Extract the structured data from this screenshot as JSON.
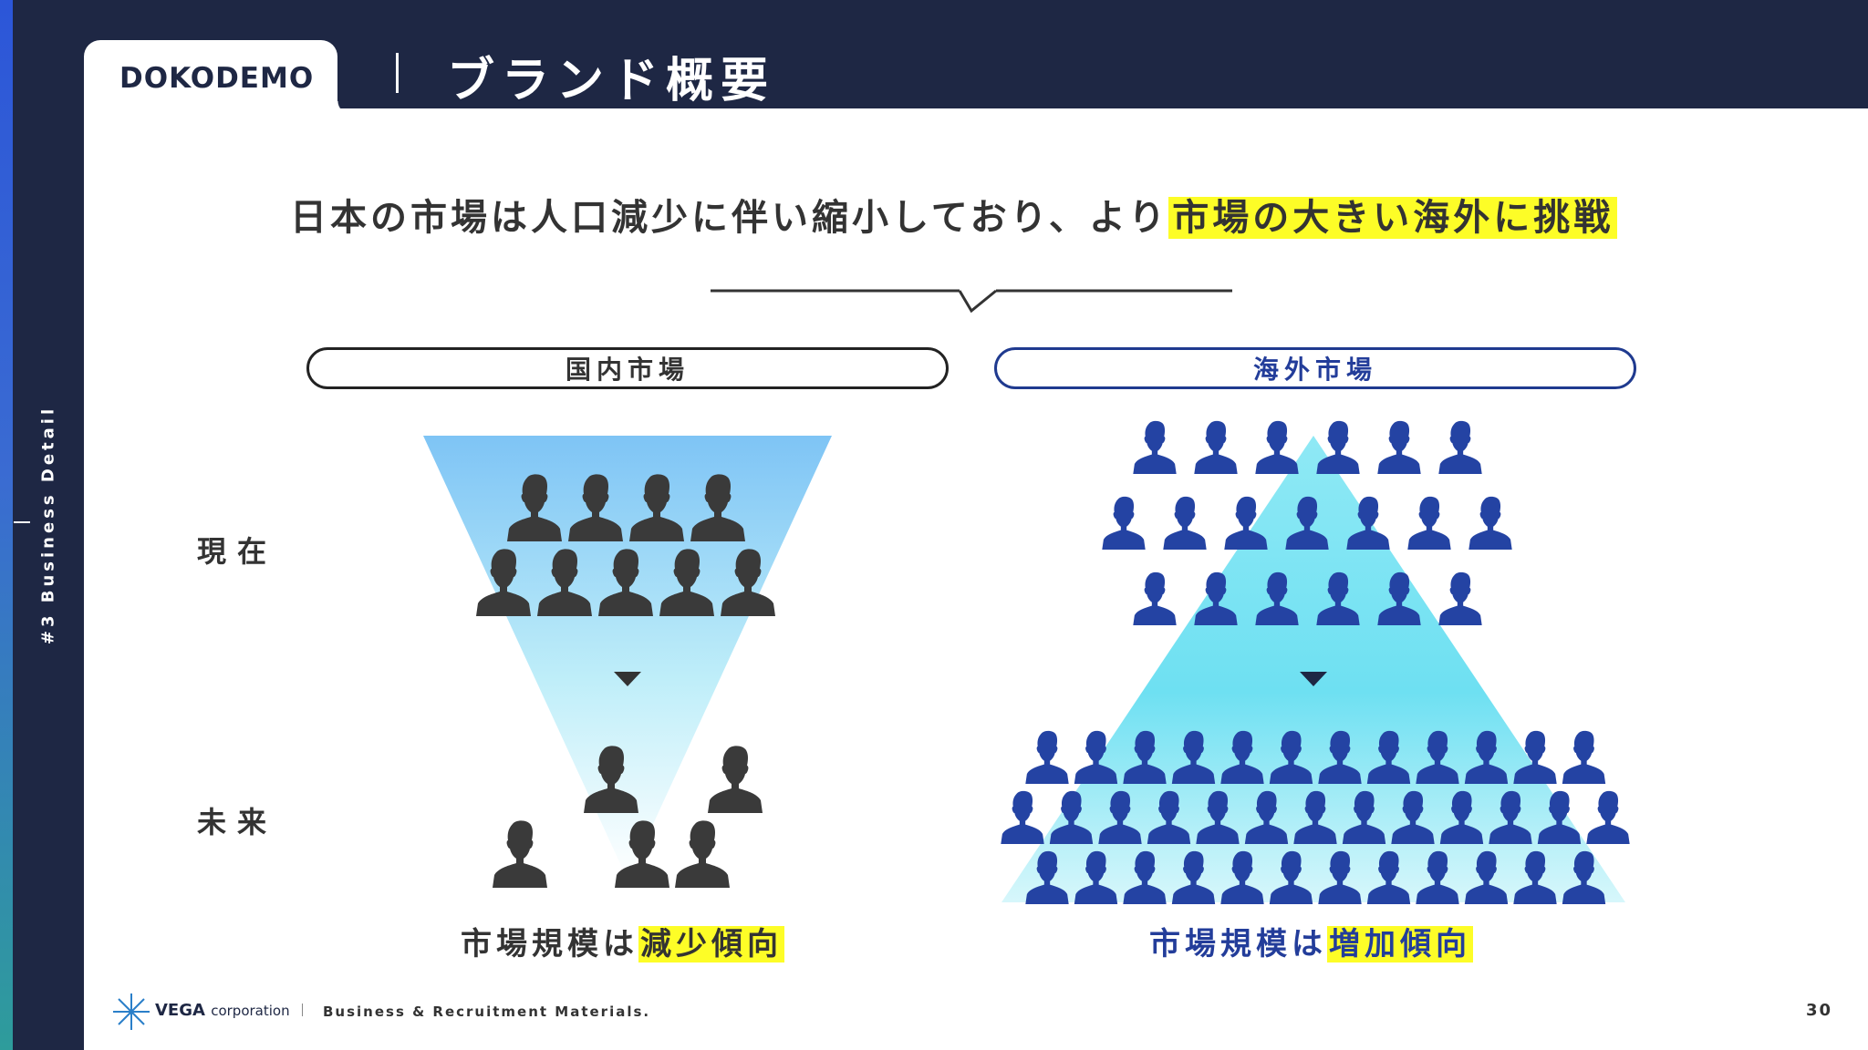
{
  "sidebar": {
    "label": "#3 Business Detail"
  },
  "header": {
    "logo": "DOKODEMO",
    "title": "ブランド概要"
  },
  "headline": {
    "text": "日本の市場は人口減少に伴い縮小しており、より",
    "highlight": "市場の大きい海外に挑戦"
  },
  "markets": {
    "domestic": {
      "label": "国内市場",
      "caption_text": "市場規模は",
      "caption_highlight": "減少傾向"
    },
    "overseas": {
      "label": "海外市場",
      "caption_text": "市場規模は",
      "caption_highlight": "増加傾向"
    }
  },
  "rows": {
    "now": "現在",
    "future": "未来"
  },
  "footer": {
    "company": "VEGA",
    "company_suffix": "corporation",
    "text": "Business & Recruitment Materials.",
    "page": "30"
  },
  "colors": {
    "navy": "#1e2744",
    "highlight": "#fdfd27",
    "domestic_person": "#3a3a3a",
    "overseas_person": "#2443a3"
  },
  "icons": {
    "person": "person-silhouette-icon",
    "arrow": "triangle-down-icon",
    "logo_mark": "star-burst-icon"
  }
}
